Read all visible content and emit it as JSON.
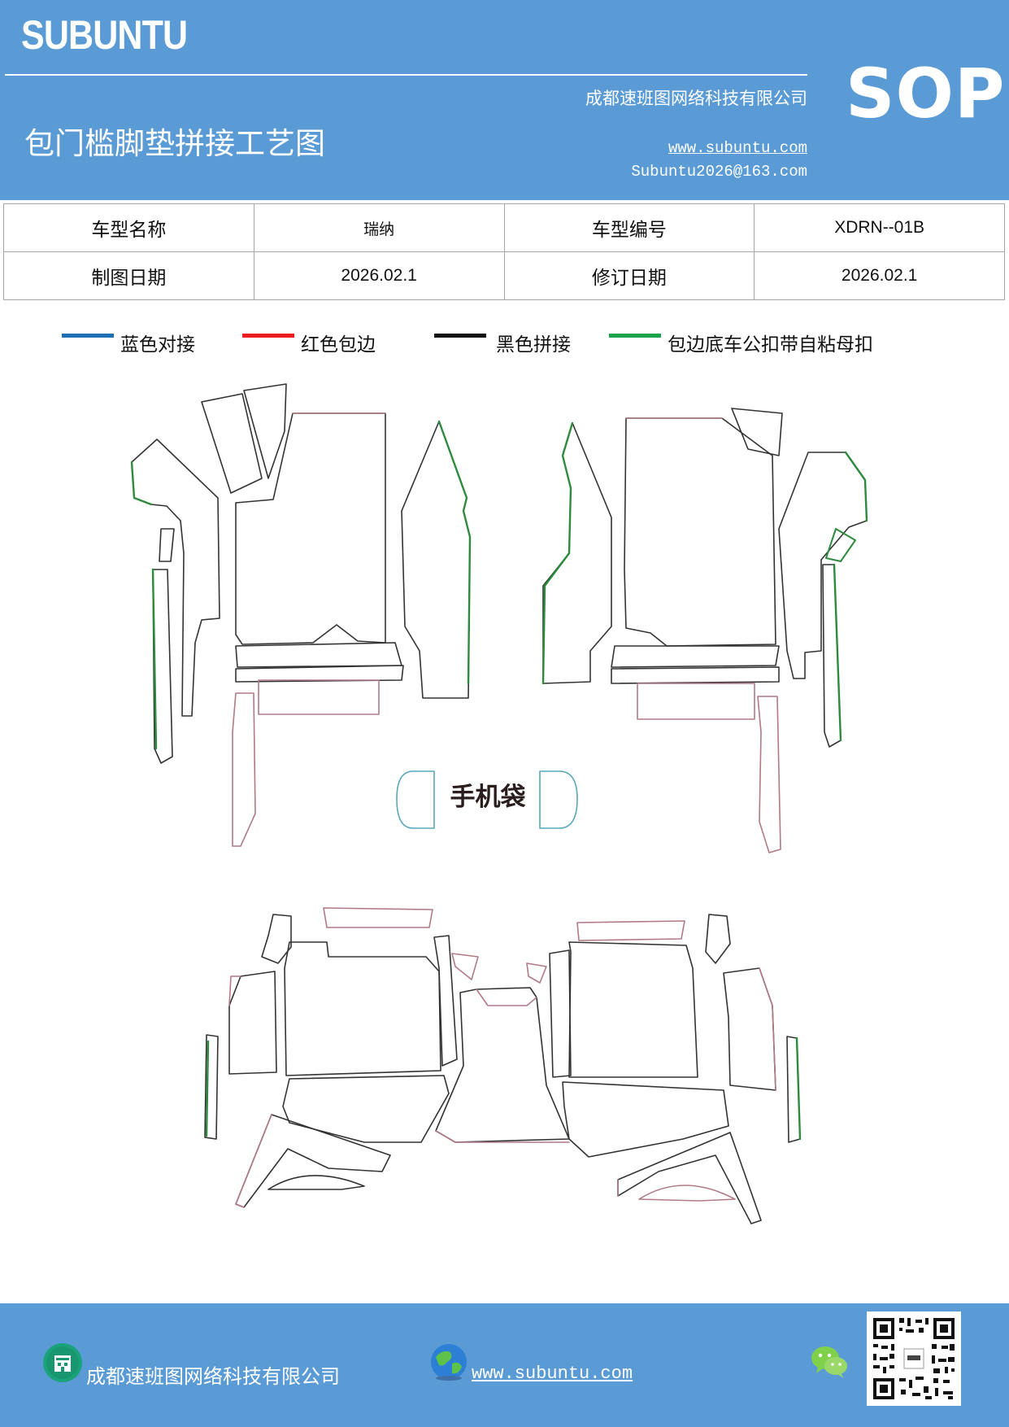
{
  "header": {
    "brand": "SUBUNTU",
    "company": "成都速班图网络科技有限公司",
    "title": "包门槛脚垫拼接工艺图",
    "website": "www.subuntu.com",
    "email": "Subuntu2026@163.com",
    "badge": "SOP"
  },
  "info": {
    "model_name_label": "车型名称",
    "model_name": "瑞纳",
    "model_code_label": "车型编号",
    "model_code": "XDRN--01B",
    "draw_date_label": "制图日期",
    "draw_date": "2026.02.1",
    "revise_date_label": "修订日期",
    "revise_date": "2026.02.1"
  },
  "legend": [
    {
      "label": "蓝色对接",
      "color": "#1f6fb5"
    },
    {
      "label": "红色包边",
      "color": "#ee1c1c"
    },
    {
      "label": "黑色拼接",
      "color": "#111111"
    },
    {
      "label": "包边底车公扣带自粘母扣",
      "color": "#1aa34a"
    }
  ],
  "diagram": {
    "pocket_label": "手机袋"
  },
  "footer": {
    "company": "成都速班图网络科技有限公司",
    "website": "www.subuntu.com",
    "icons": [
      "building-icon",
      "globe-icon",
      "wechat-icon",
      "qr-code"
    ]
  },
  "colors": {
    "header_bg": "#5b9bd5",
    "edge_red": "#b07a86",
    "edge_green": "#2e8b3e",
    "edge_black": "#333333",
    "edge_blue": "#5aa6b8"
  }
}
